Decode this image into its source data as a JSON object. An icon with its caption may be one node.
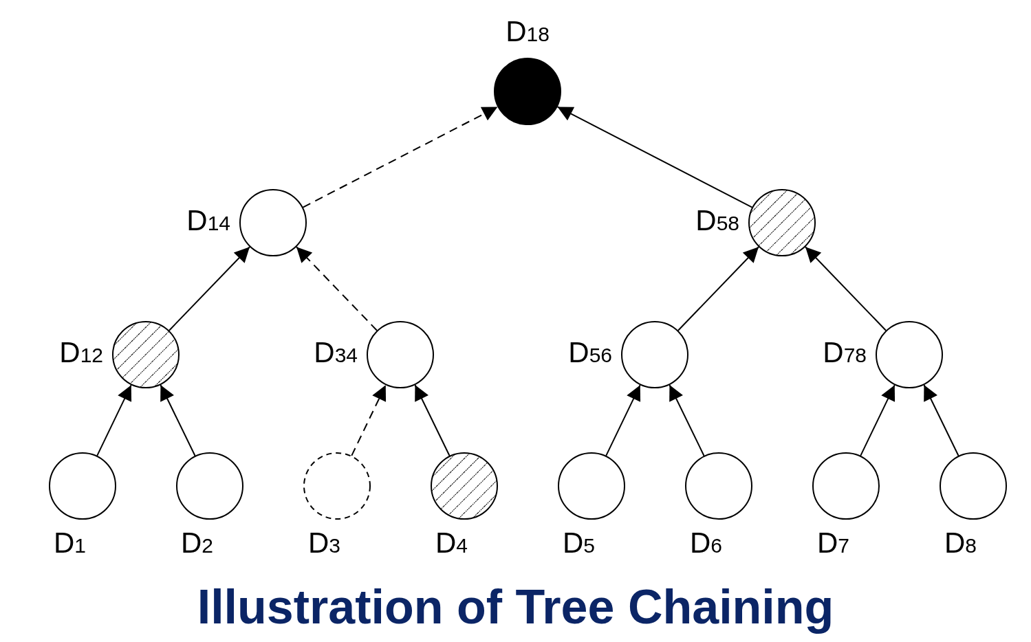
{
  "diagram": {
    "title": "Illustration of Tree Chaining",
    "nodes": [
      {
        "text": [],
        "shape": "circle",
        "beside": [
          "D$_{18}$"
        ]
      },
      {
        "text": [],
        "shape": "circle",
        "beside": [
          "D$_{14}$"
        ]
      },
      {
        "text": [],
        "shape": "circle",
        "beside": [
          "D$_{58}$"
        ]
      },
      {
        "text": [],
        "shape": "circle",
        "beside": [
          "D$_{12}$"
        ]
      },
      {
        "text": [],
        "shape": "circle",
        "beside": [
          "D$_{34}$"
        ]
      },
      {
        "text": [],
        "shape": "circle",
        "beside": [
          "D$_{56}$"
        ]
      },
      {
        "text": [],
        "shape": "circle",
        "beside": [
          "D$_{78}$"
        ]
      },
      {
        "text": [],
        "shape": "circle",
        "beside": [
          "D$_{1}$"
        ]
      },
      {
        "text": [],
        "shape": "circle",
        "beside": [
          "D$_{2}$"
        ]
      },
      {
        "text": [],
        "shape": "circle",
        "beside": [
          "D$_{3}$"
        ]
      },
      {
        "text": [],
        "shape": "circle",
        "beside": [
          "D$_{4}$"
        ]
      },
      {
        "text": [],
        "shape": "circle",
        "beside": [
          "D$_{5}$"
        ]
      },
      {
        "text": [],
        "shape": "circle",
        "beside": [
          "D$_{6}$"
        ]
      },
      {
        "text": [],
        "shape": "circle",
        "beside": [
          "D$_{7}$"
        ]
      },
      {
        "text": [],
        "shape": "circle",
        "beside": [
          "D$_{8}$"
        ]
      }
    ],
    "edges": [
      {
        "from": 1,
        "to": 0,
        "arrow": "to",
        "style": "dashed"
      },
      {
        "from": 2,
        "to": 0,
        "arrow": "to"
      },
      {
        "from": 3,
        "to": 1,
        "arrow": "to"
      },
      {
        "from": 4,
        "to": 1,
        "arrow": "to",
        "style": "dashed"
      },
      {
        "from": 5,
        "to": 2,
        "arrow": "to"
      },
      {
        "from": 6,
        "to": 2,
        "arrow": "to"
      },
      {
        "from": 7,
        "to": 3,
        "arrow": "to"
      },
      {
        "from": 8,
        "to": 3,
        "arrow": "to"
      },
      {
        "from": 9,
        "to": 4,
        "arrow": "to",
        "style": "dashed"
      },
      {
        "from": 10,
        "to": 4,
        "arrow": "to"
      },
      {
        "from": 11,
        "to": 5,
        "arrow": "to"
      },
      {
        "from": 12,
        "to": 5,
        "arrow": "to"
      },
      {
        "from": 13,
        "to": 6,
        "arrow": "to"
      },
      {
        "from": 14,
        "to": 6,
        "arrow": "to"
      }
    ]
  }
}
